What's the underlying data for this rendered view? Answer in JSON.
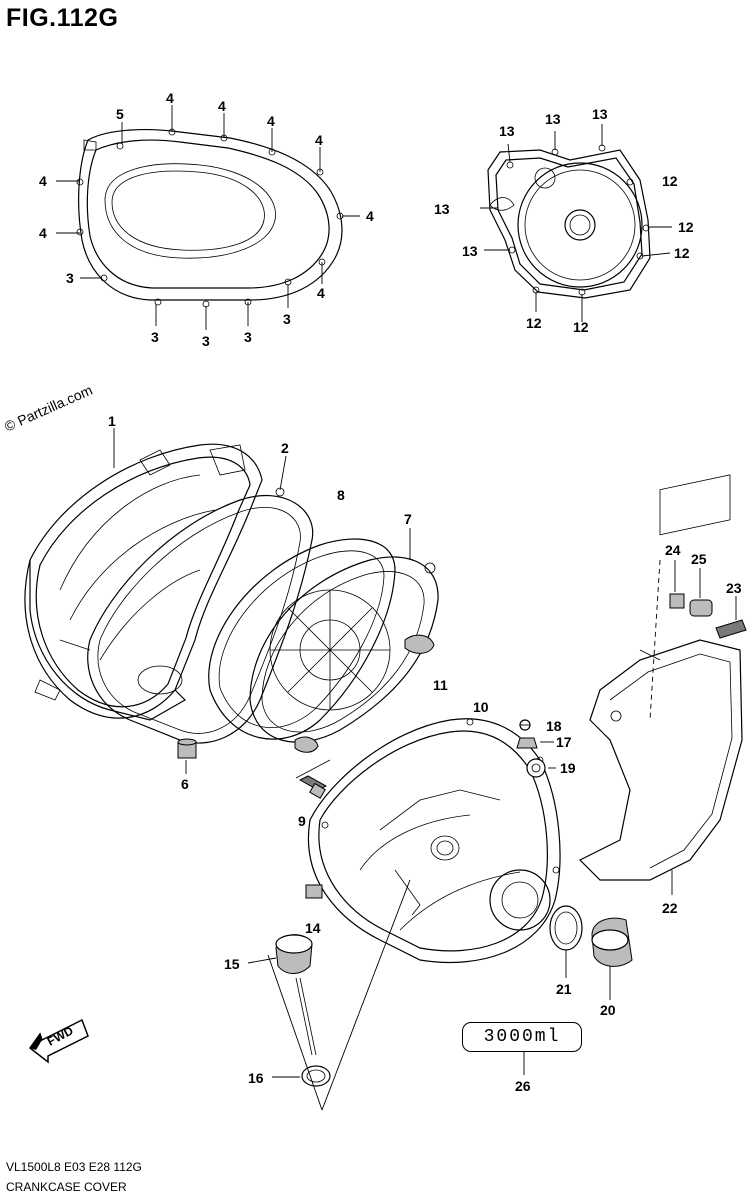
{
  "figure": {
    "title": "FIG.112G",
    "model_code": "VL1500L8 E03 E28 112G",
    "caption": "CRANKCASE COVER",
    "watermark": "© Partzilla.com",
    "fwd_label": "FWD",
    "marking_label": "3000ml"
  },
  "callouts": [
    "1",
    "2",
    "3",
    "4",
    "5",
    "6",
    "7",
    "8",
    "9",
    "10",
    "11",
    "12",
    "13",
    "14",
    "15",
    "16",
    "17",
    "18",
    "19",
    "20",
    "21",
    "22",
    "23",
    "24",
    "25",
    "26"
  ]
}
